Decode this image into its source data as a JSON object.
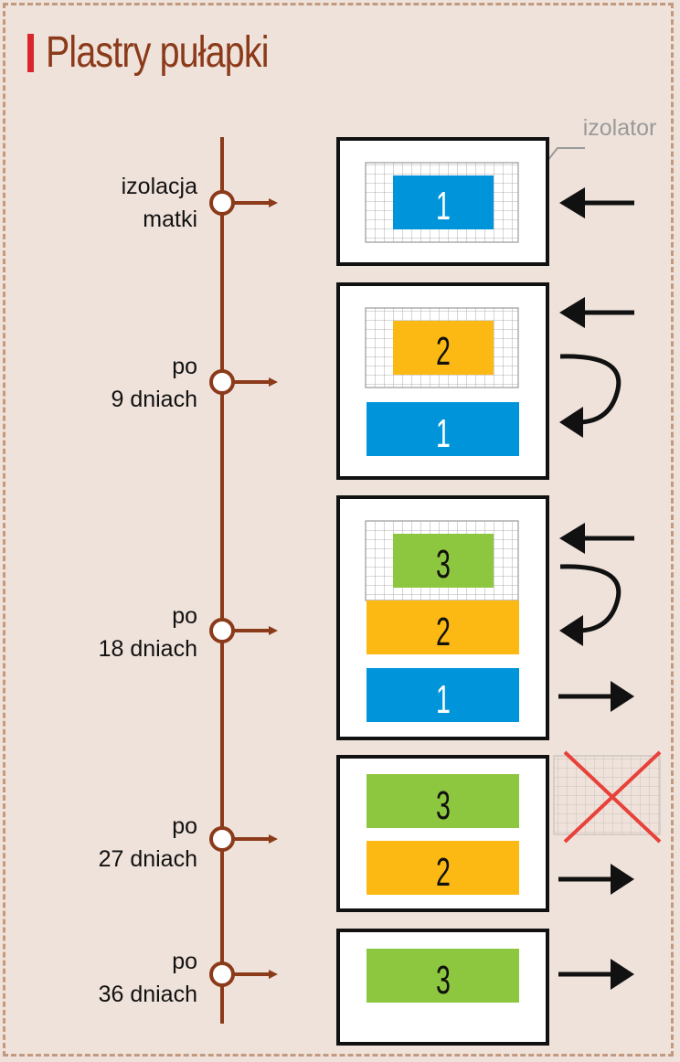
{
  "title": "Plastry pułapki",
  "isolator_label": "izolator",
  "colors": {
    "background": "#efe2da",
    "frame_dash": "#c29a7f",
    "title_accent": "#d8262c",
    "title_text": "#8b3a1a",
    "timeline": "#8b3a1a",
    "comb_1": "#0095da",
    "comb_2": "#fdb913",
    "comb_3": "#8dc63f",
    "cross": "#e8413a",
    "grid": "#9a9a9a"
  },
  "steps": [
    {
      "label": [
        "izolacja",
        "matki"
      ],
      "isolated_comb": "1",
      "combs": [],
      "arrows": [
        "in"
      ]
    },
    {
      "label": [
        "po",
        "9 dniach"
      ],
      "isolated_comb": "2",
      "combs": [
        "1"
      ],
      "arrows": [
        "in",
        "move-down"
      ]
    },
    {
      "label": [
        "po",
        "18 dniach"
      ],
      "isolated_comb": "3",
      "combs": [
        "2",
        "1"
      ],
      "arrows": [
        "in",
        "move-down",
        "out"
      ]
    },
    {
      "label": [
        "po",
        "27 dniach"
      ],
      "isolated_comb": "",
      "combs": [
        "3",
        "2"
      ],
      "arrows": [
        "isolator-removed",
        "out"
      ]
    },
    {
      "label": [
        "po",
        "36 dniach"
      ],
      "isolated_comb": "",
      "combs": [
        "3"
      ],
      "arrows": [
        "out"
      ]
    }
  ]
}
